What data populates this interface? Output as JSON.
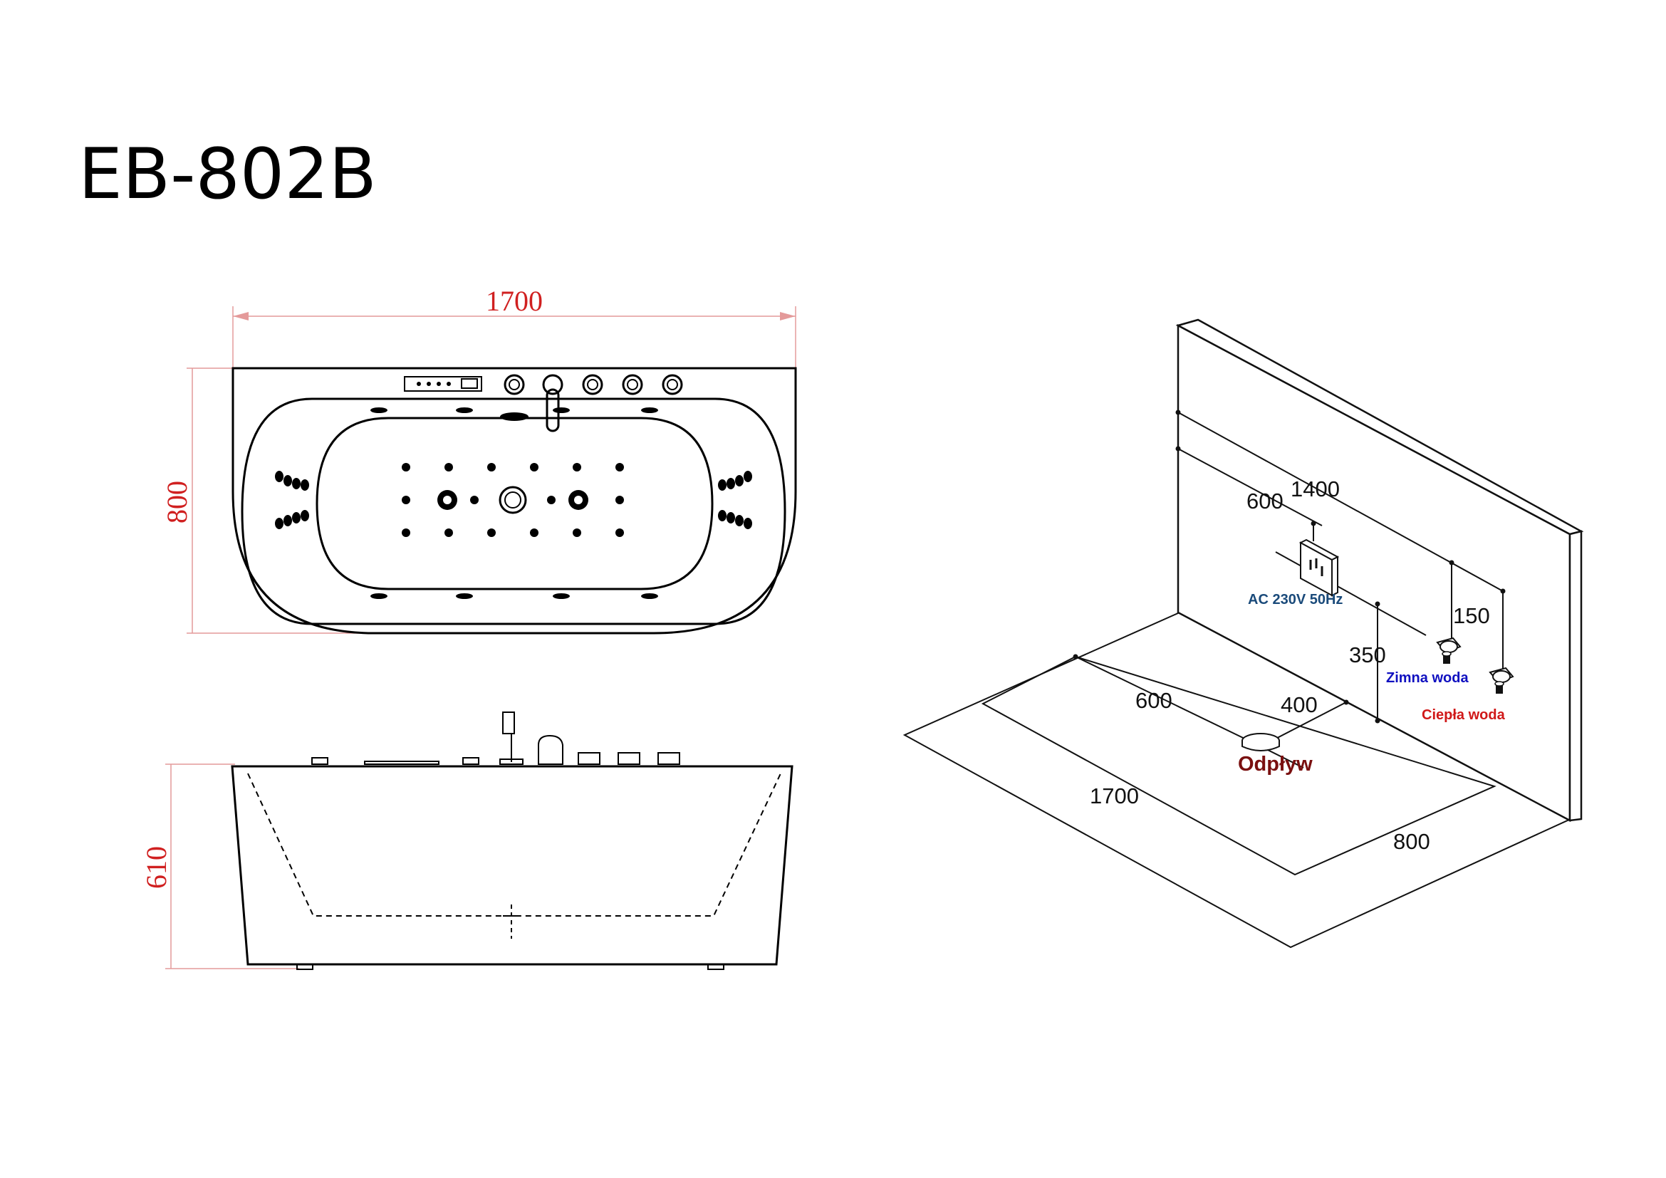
{
  "title": "EB-802B",
  "top_view": {
    "length_label": "1700",
    "width_label": "800"
  },
  "side_view": {
    "height_label": "610"
  },
  "installation_view": {
    "wall_length_label": "1400",
    "socket_offset_label": "600",
    "power_label": "AC 230V 50Hz",
    "valve_spacing_label": "150",
    "valve_height_label": "350",
    "drain_offset_x_label": "600",
    "drain_offset_y_label": "400",
    "drain_label": "Odpływ",
    "cold_water_label": "Zimna woda",
    "hot_water_label": "Ciepła woda",
    "floor_length_label": "1700",
    "floor_width_label": "800"
  },
  "colors": {
    "dimension": "#d02020",
    "power_label": "#1a4a7a",
    "cold_water": "#1010c0",
    "hot_water": "#d01818",
    "drain": "#7a1010"
  }
}
